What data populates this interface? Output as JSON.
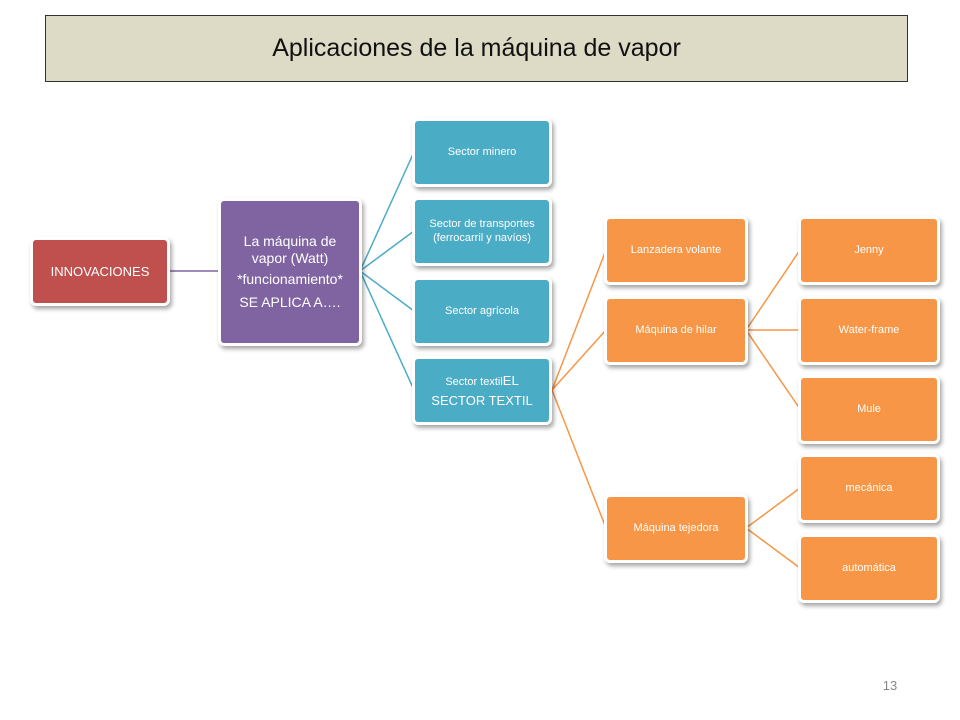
{
  "title": "Aplicaciones de la máquina de vapor",
  "page_number": "13",
  "colors": {
    "red": "#c0504d",
    "purple": "#8064a2",
    "teal": "#4bacc6",
    "orange": "#f79646",
    "title_bg": "#dddac6"
  },
  "diagram": {
    "root": "INNOVACIONES",
    "machine": {
      "line1": "La máquina de vapor (Watt)",
      "line2": "*funcionamiento*",
      "line3": "SE APLICA A…."
    },
    "sectors": {
      "mining": "Sector minero",
      "transport": "Sector de transportes (ferrocarril y navíos)",
      "agriculture": "Sector agrícola",
      "textile_small": "Sector textil",
      "textile_big": "EL SECTOR TEXTIL"
    },
    "textile_machines": {
      "flying_shuttle": "Lanzadera volante",
      "spinning": "Máquina de hilar",
      "weaving": "Máquina tejedora"
    },
    "spinning_types": [
      "Jenny",
      "Water-frame",
      "Mule"
    ],
    "weaving_types": [
      "mecánica",
      "automática"
    ]
  }
}
